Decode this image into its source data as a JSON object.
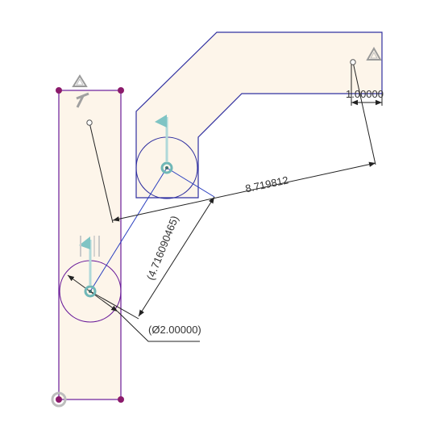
{
  "sketch": {
    "dimensions": {
      "width_value": "1.00000",
      "distance_value": "8.719812",
      "offset_value": "(4.716090465)",
      "diameter_value": "(Ø2.00000)"
    },
    "colors": {
      "profile_fill": "#fdf5ea",
      "profile_stroke": "#6a1b9a",
      "constraint_line": "#2a3fbf",
      "dimension_line": "#222222",
      "point_fill": "#8b1a6b",
      "joint_icon": "#7fc4c4",
      "grounded_icon": "#9a9a9a"
    },
    "icons": [
      "fixed-constraint-icon",
      "joint-flag-icon",
      "grounded-point-icon",
      "parallel-constraint-icon"
    ]
  }
}
